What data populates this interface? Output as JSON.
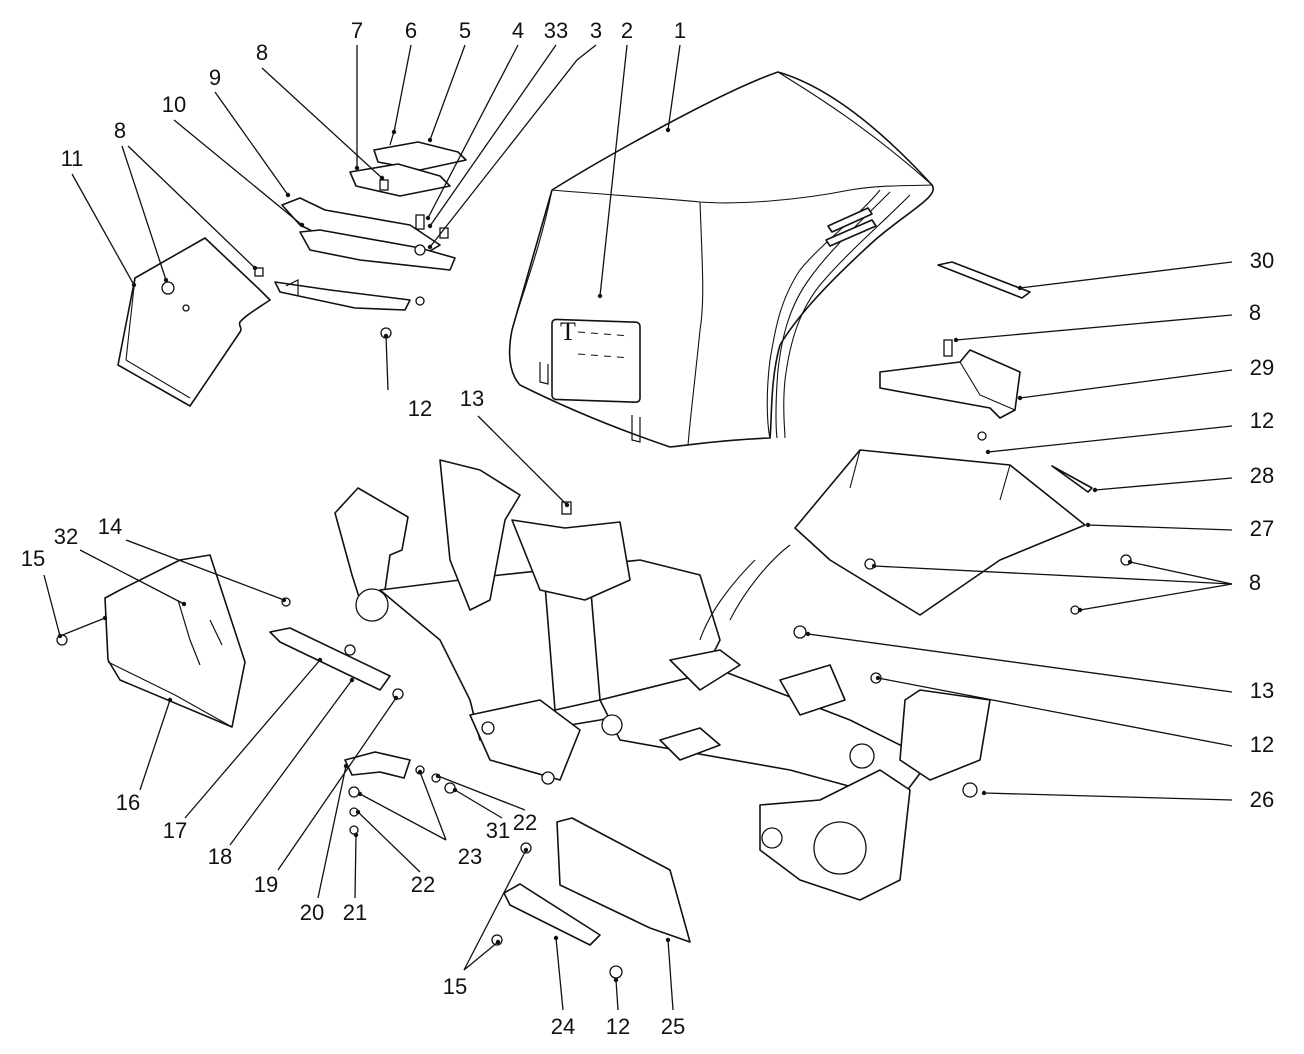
{
  "diagram": {
    "type": "exploded-parts-diagram",
    "callouts": [
      {
        "id": "c1",
        "label": "1"
      },
      {
        "id": "c2",
        "label": "2"
      },
      {
        "id": "c3",
        "label": "3"
      },
      {
        "id": "c33",
        "label": "33"
      },
      {
        "id": "c4",
        "label": "4"
      },
      {
        "id": "c5",
        "label": "5"
      },
      {
        "id": "c6",
        "label": "6"
      },
      {
        "id": "c7",
        "label": "7"
      },
      {
        "id": "c8a",
        "label": "8"
      },
      {
        "id": "c9",
        "label": "9"
      },
      {
        "id": "c10",
        "label": "10"
      },
      {
        "id": "c8b",
        "label": "8"
      },
      {
        "id": "c11",
        "label": "11"
      },
      {
        "id": "c12a",
        "label": "12"
      },
      {
        "id": "c30",
        "label": "30"
      },
      {
        "id": "c8c",
        "label": "8"
      },
      {
        "id": "c29",
        "label": "29"
      },
      {
        "id": "c12b",
        "label": "12"
      },
      {
        "id": "c28",
        "label": "28"
      },
      {
        "id": "c27",
        "label": "27"
      },
      {
        "id": "c8d",
        "label": "8"
      },
      {
        "id": "c13a",
        "label": "13"
      },
      {
        "id": "c13b",
        "label": "13"
      },
      {
        "id": "c12c",
        "label": "12"
      },
      {
        "id": "c26",
        "label": "26"
      },
      {
        "id": "c14",
        "label": "14"
      },
      {
        "id": "c32",
        "label": "32"
      },
      {
        "id": "c15a",
        "label": "15"
      },
      {
        "id": "c16",
        "label": "16"
      },
      {
        "id": "c17",
        "label": "17"
      },
      {
        "id": "c18",
        "label": "18"
      },
      {
        "id": "c19",
        "label": "19"
      },
      {
        "id": "c20",
        "label": "20"
      },
      {
        "id": "c21",
        "label": "21"
      },
      {
        "id": "c22a",
        "label": "22"
      },
      {
        "id": "c23",
        "label": "23"
      },
      {
        "id": "c31",
        "label": "31"
      },
      {
        "id": "c22b",
        "label": "22"
      },
      {
        "id": "c15b",
        "label": "15"
      },
      {
        "id": "c24",
        "label": "24"
      },
      {
        "id": "c12d",
        "label": "12"
      },
      {
        "id": "c25",
        "label": "25"
      }
    ]
  }
}
